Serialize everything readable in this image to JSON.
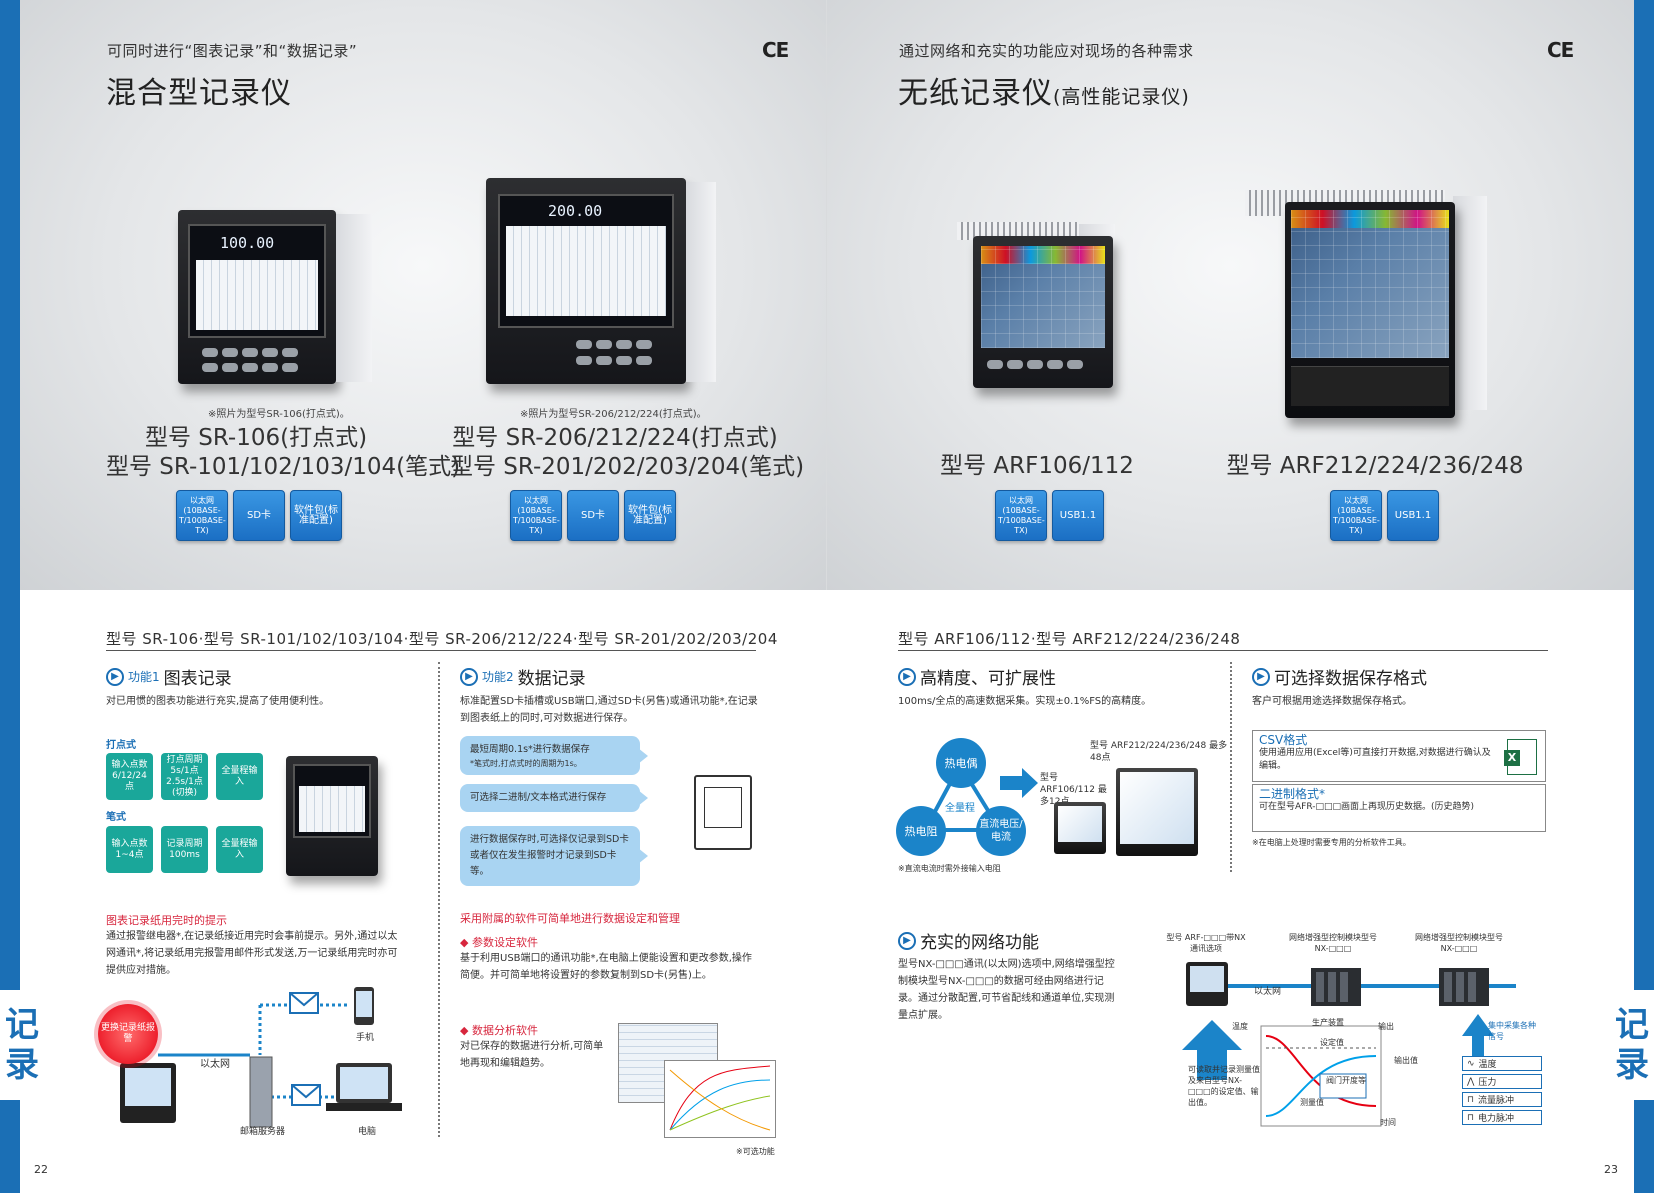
{
  "left": {
    "subtitle": "可同时进行“图表记录”和“数据记录”",
    "title": "混合型记录仪",
    "ce": "CE",
    "product1": {
      "note": "※照片为型号SR-106(打点式)。",
      "model_line1": "型号 SR-106(打点式)",
      "model_line2": "型号 SR-101/102/103/104(笔式)",
      "display": "100.00",
      "buttons": [
        "以太网(10BASE-T/100BASE-TX)",
        "SD卡",
        "软件包(标准配置)"
      ]
    },
    "product2": {
      "note": "※照片为型号SR-206/212/224(打点式)。",
      "model_line1": "型号 SR-206/212/224(打点式)",
      "model_line2": "型号 SR-201/202/203/204(笔式)",
      "display": "200.00",
      "buttons": [
        "以太网(10BASE-T/100BASE-TX)",
        "SD卡",
        "软件包(标准配置)"
      ]
    },
    "section_title": "型号 SR-106·型号 SR-101/102/103/104·型号 SR-206/212/224·型号 SR-201/202/203/204",
    "func1": {
      "tag": "功能1",
      "title": "图表记录",
      "desc": "对已用惯的图表功能进行充实,提高了使用便利性。",
      "dot_label": "打点式",
      "dot_boxes": [
        "输入点数6/12/24点",
        "打点周期5s/1点2.5s/1点(切换)",
        "全量程输入"
      ],
      "pen_label": "笔式",
      "pen_boxes": [
        "输入点数1~4点",
        "记录周期100ms",
        "全量程输入"
      ],
      "notice_title": "图表记录纸用完时的提示",
      "notice_body": "通过报警继电器*,在记录纸接近用完时会事前提示。另外,通过以太网通讯*,将记录纸用完报警用邮件形式发送,万一记录纸用完时亦可提供应对措施。",
      "badge": "更换记录纸报警",
      "ethernet": "以太网",
      "phone": "手机",
      "server": "邮箱服务器",
      "pc": "电脑"
    },
    "func2": {
      "tag": "功能2",
      "title": "数据记录",
      "desc": "标准配置SD卡插槽或USB端口,通过SD卡(另售)或通讯功能*,在记录到图表纸上的同时,可对数据进行保存。",
      "bubbles": [
        "最短周期0.1s*进行数据保存",
        "*笔式时,打点式时的周期为1s。",
        "可选择二进制/文本格式进行保存",
        "进行数据保存时,可选择仅记录到SD卡或者仅在发生报警时才记录到SD卡等。"
      ],
      "software_title": "采用附属的软件可简单地进行数据设定和管理",
      "param_title": "参数设定软件",
      "param_body": "基于利用USB端口的通讯功能*,在电脑上便能设置和更改参数,操作简便。并可简单地将设置好的参数复制到SD卡(另售)上。",
      "analysis_title": "数据分析软件",
      "analysis_body": "对已保存的数据进行分析,可简单地再现和编辑趋势。",
      "optional": "※可选功能"
    },
    "page": "22",
    "side": [
      "记",
      "录"
    ]
  },
  "right": {
    "subtitle": "通过网络和充实的功能应对现场的各种需求",
    "title": "无纸记录仪",
    "title_small": "(高性能记录仪)",
    "ce": "CE",
    "product1": {
      "model": "型号 ARF106/112",
      "buttons": [
        "以太网(10BASE-T/100BASE-TX)",
        "USB1.1"
      ]
    },
    "product2": {
      "model": "型号 ARF212/224/236/248",
      "buttons": [
        "以太网(10BASE-T/100BASE-TX)",
        "USB1.1"
      ]
    },
    "section_title": "型号 ARF106/112·型号 ARF212/224/236/248",
    "f1": {
      "title": "高精度、可扩展性",
      "desc": "100ms/全点的高速数据采集。实现±0.1%FS的高精度。",
      "c1": "热电偶",
      "c2": "热电阻",
      "c3": "直流电压/电流",
      "center": "全量程",
      "m1": "型号 ARF106/112 最多12点",
      "m2": "型号 ARF212/224/236/248 最多48点",
      "note": "※直流电流时需外接输入电阻"
    },
    "f2": {
      "title": "可选择数据保存格式",
      "desc": "客户可根据用途选择数据保存格式。",
      "csv_title": "CSV格式",
      "csv_body": "使用通用应用(Excel等)可直接打开数据,对数据进行确认及编辑。",
      "bin_title": "二进制格式",
      "bin_body": "可在型号AFR-□□□画面上再现历史数据。(历史趋势)",
      "note": "※在电脑上处理时需要专用的分析软件工具。"
    },
    "f3": {
      "title": "充实的网络功能",
      "desc": "型号NX-□□□通讯(以太网)选项中,网络增强型控制模块型号NX-□□□的数据可经由网络进行记录。通过分散配置,可节省配线和通道单位,实现测量点扩展。",
      "lbl1": "型号 ARF-□□□带NX通讯选项",
      "lbl2": "网络增强型控制模块型号 NX-□□□",
      "lbl3": "网络增强型控制模块型号 NX-□□□",
      "ethernet": "以太网",
      "temp": "温度",
      "output": "输出",
      "production": "生产装置",
      "setpoint": "设定值",
      "outval": "输出值",
      "measured": "测量值",
      "time": "时间",
      "valve": "阀门开度等",
      "read": "可读取并记录测量值及来自型号NX-□□□的设定值、输出值。",
      "collect": "集中采集各种信号",
      "signals": [
        "温度",
        "压力",
        "流量脉冲",
        "电力脉冲"
      ]
    },
    "page": "23",
    "side": [
      "记",
      "录"
    ]
  }
}
